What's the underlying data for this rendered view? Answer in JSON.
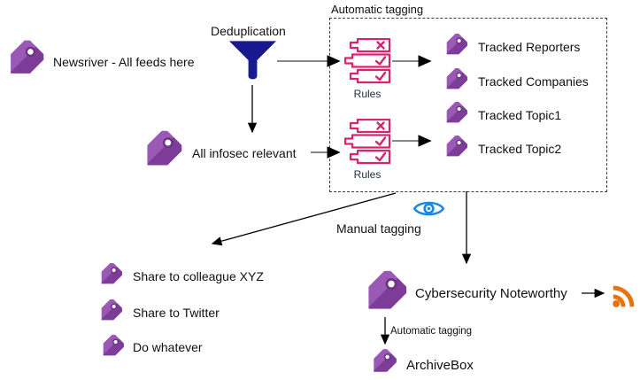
{
  "colors": {
    "tag_light": "#9b59b6",
    "tag_dark": "#7d3c98",
    "tag_outline": "#6c3483",
    "funnel": "#161a8e",
    "rules_pink": "#d6246e",
    "rules_label": "#232f3e",
    "eye_blue": "#1e88e5",
    "rss_orange": "#e8720c",
    "arrow_gray": "#757575"
  },
  "diagram": {
    "newsriver_label": "Newsriver - All feeds here",
    "deduplication_label": "Deduplication",
    "automatic_tagging_box_label": "Automatic tagging",
    "rules_top_label": "Rules",
    "rules_bottom_label": "Rules",
    "tracked_tags": [
      {
        "label": "Tracked Reporters"
      },
      {
        "label": "Tracked Companies"
      },
      {
        "label": "Tracked Topic1"
      },
      {
        "label": "Tracked Topic2"
      }
    ],
    "all_infosec_label": "All infosec relevant",
    "manual_tagging_label": "Manual tagging",
    "share_tags": [
      {
        "label": "Share to colleague XYZ"
      },
      {
        "label": "Share to Twitter"
      },
      {
        "label": "Do whatever"
      }
    ],
    "cybersecurity_label": "Cybersecurity Noteworthy",
    "automatic_tagging_edge_label": "Automatic tagging",
    "archivebox_label": "ArchiveBox"
  }
}
